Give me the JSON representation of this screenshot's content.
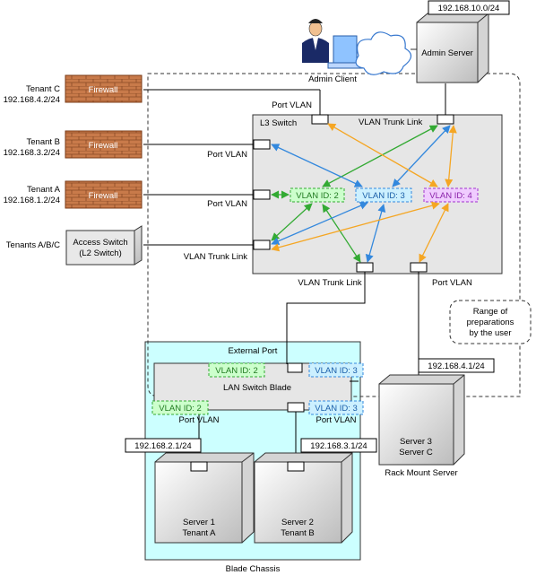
{
  "subnets": {
    "admin_net": "192.168.10.0/24",
    "tenant_c_net": "192.168.4.2/24",
    "tenant_b_net": "192.168.3.2/24",
    "tenant_a_net": "192.168.1.2/24",
    "server3_net": "192.168.4.1/24",
    "server1_net": "192.168.2.1/24",
    "server2_net": "192.168.3.1/24"
  },
  "nodes": {
    "admin_server": "Admin Server",
    "admin_client": "Admin Client",
    "tenant_c": "Tenant C",
    "tenant_b": "Tenant B",
    "tenant_a": "Tenant A",
    "tenants_abc": "Tenants A/B/C",
    "firewall": "Firewall",
    "access_switch_1": "Access Switch",
    "access_switch_2": "(L2 Switch)",
    "l3_switch": "L3 Switch",
    "lan_switch_blade": "LAN Switch Blade",
    "external_port": "External Port",
    "blade_chassis": "Blade Chassis",
    "rack_mount_server": "Rack Mount Server",
    "server1_line1": "Server 1",
    "server1_line2": "Tenant A",
    "server2_line1": "Server 2",
    "server2_line2": "Tenant B",
    "server3_line1": "Server 3",
    "server3_line2": "Server C"
  },
  "links": {
    "port_vlan": "Port VLAN",
    "vlan_trunk_link": "VLAN Trunk Link"
  },
  "vlans": {
    "id2": "VLAN ID: 2",
    "id3": "VLAN ID: 3",
    "id4": "VLAN ID: 4"
  },
  "callout": {
    "line1": "Range of",
    "line2": "preparations",
    "line3": "by the user"
  },
  "colors": {
    "vlan2": "#33aa33",
    "vlan3": "#3388dd",
    "vlan4": "#f5a623",
    "firewall_brick": "#c87a4a",
    "chassis_fill": "#ccffff",
    "switch_fill": "#e6e6e6"
  }
}
